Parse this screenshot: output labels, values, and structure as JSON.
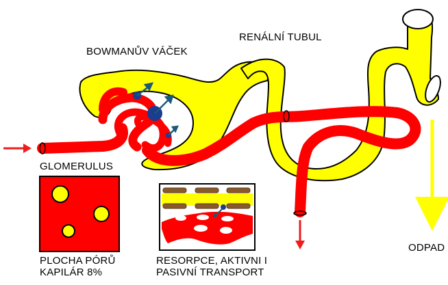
{
  "labels": {
    "bowman": "BOWMANŮV VÁČEK",
    "tubule": "RENÁLNÍ TUBUL",
    "glomerulus": "GLOMERULUS",
    "pores_line1": "PLOCHA PÓRŮ",
    "pores_line2": "KAPILÁR 8%",
    "transport_line1": "RESORPCE, AKTIVNI I",
    "transport_line2": "PASIVNÍ TRANSPORT",
    "waste": "ODPAD"
  },
  "colors": {
    "blood": "#ff0000",
    "tubule": "#ffff00",
    "pore": "#ffff00",
    "molecule": "#1a3d8f",
    "molecule_arrow": "#1a5a7a",
    "membrane": "#8b5a2b",
    "outline": "#000000"
  },
  "icons": {
    "inflow": "arrow-right-icon",
    "blood_out": "arrow-down-icon",
    "waste_out": "arrow-down-icon"
  }
}
